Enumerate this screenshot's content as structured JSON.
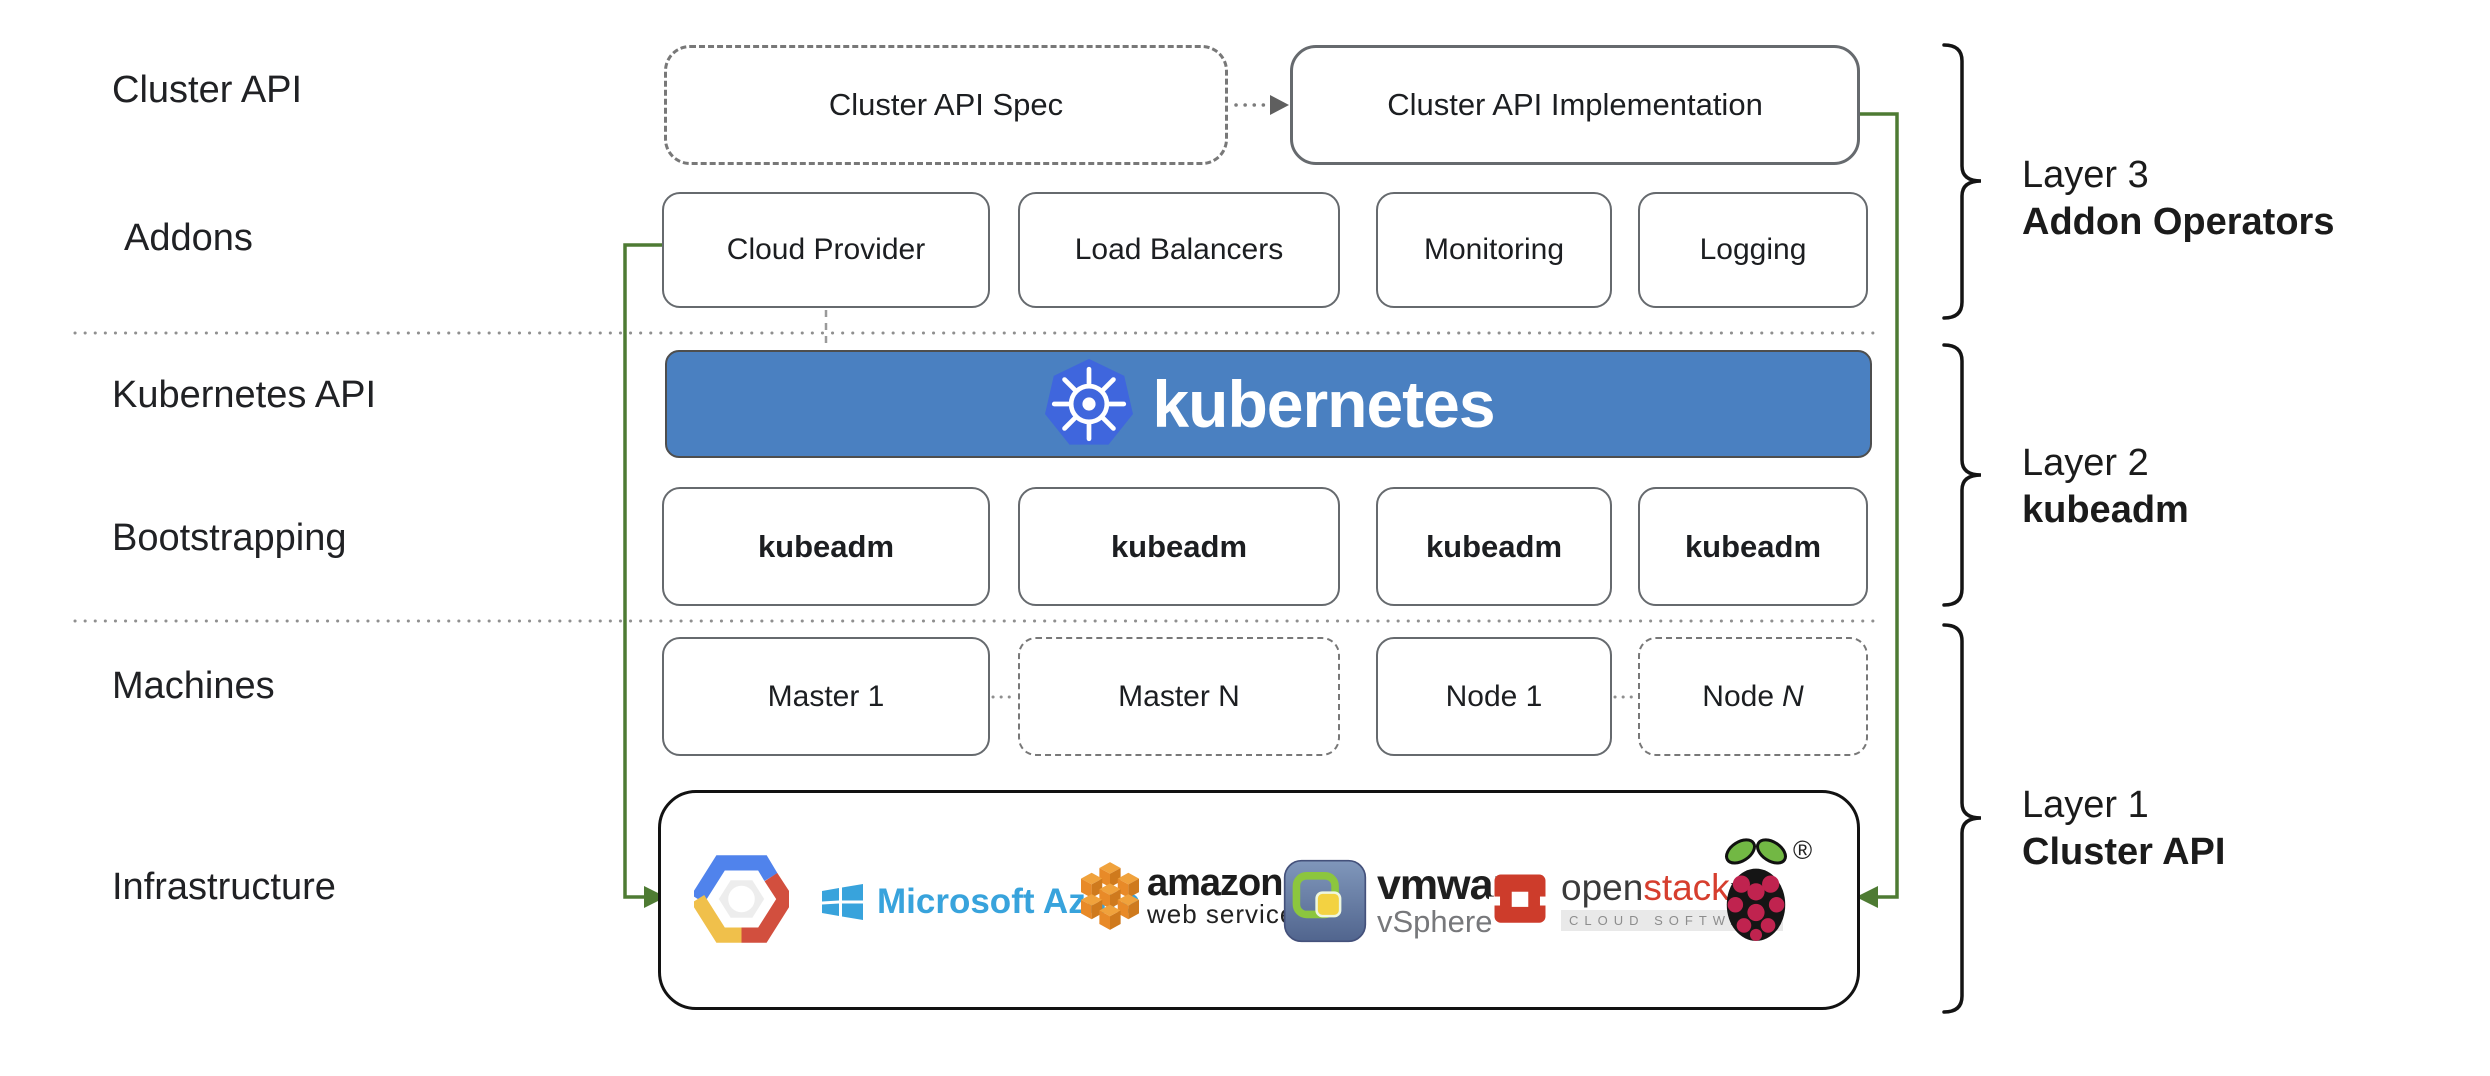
{
  "left_labels": {
    "cluster_api": "Cluster API",
    "addons": "Addons",
    "kubernetes_api": "Kubernetes API",
    "bootstrapping": "Bootstrapping",
    "machines": "Machines",
    "infrastructure": "Infrastructure"
  },
  "top_row": {
    "spec_label": "Cluster API Spec",
    "impl_label": "Cluster API Implementation"
  },
  "addons_row": {
    "items": [
      "Cloud Provider",
      "Load Balancers",
      "Monitoring",
      "Logging"
    ]
  },
  "kubernetes_banner": {
    "label": "kubernetes"
  },
  "bootstrapping_row": {
    "items": [
      "kubeadm",
      "kubeadm",
      "kubeadm",
      "kubeadm"
    ]
  },
  "machines_row": {
    "master1": "Master 1",
    "masterN": "Master N",
    "node1": "Node 1",
    "nodeN_prefix": "Node",
    "nodeN_suffix": "N"
  },
  "infrastructure_row": {
    "azure_label": "Microsoft Azure",
    "aws_label_1": "amazon",
    "aws_label_2": "web services",
    "vmware_label_1": "vmware",
    "vmware_reg": "®",
    "vmware_label_2": "vSphere",
    "openstack_label_1": "open",
    "openstack_label_2": "stack",
    "openstack_tm": "™",
    "openstack_sub": "CLOUD SOFTWARE",
    "raspberry_reg": "®"
  },
  "layer_labels": {
    "layer3_line1": "Layer 3",
    "layer3_line2": "Addon Operators",
    "layer2_line1": "Layer 2",
    "layer2_line2": "kubeadm",
    "layer1_line1": "Layer 1",
    "layer1_line2": "Cluster API"
  },
  "colors": {
    "connector_green": "#4e7b33",
    "banner_blue": "#4a80c1",
    "k8s_logo_blue": "#3f66dd",
    "azure_blue": "#38a3dc",
    "aws_orange": "#e9872d",
    "vmware_green": "#8cc63e",
    "openstack_red": "#cd3c2b",
    "raspberry_red": "#c0234f",
    "leaf_green": "#72b844",
    "box_border_gray": "#666a6e"
  }
}
